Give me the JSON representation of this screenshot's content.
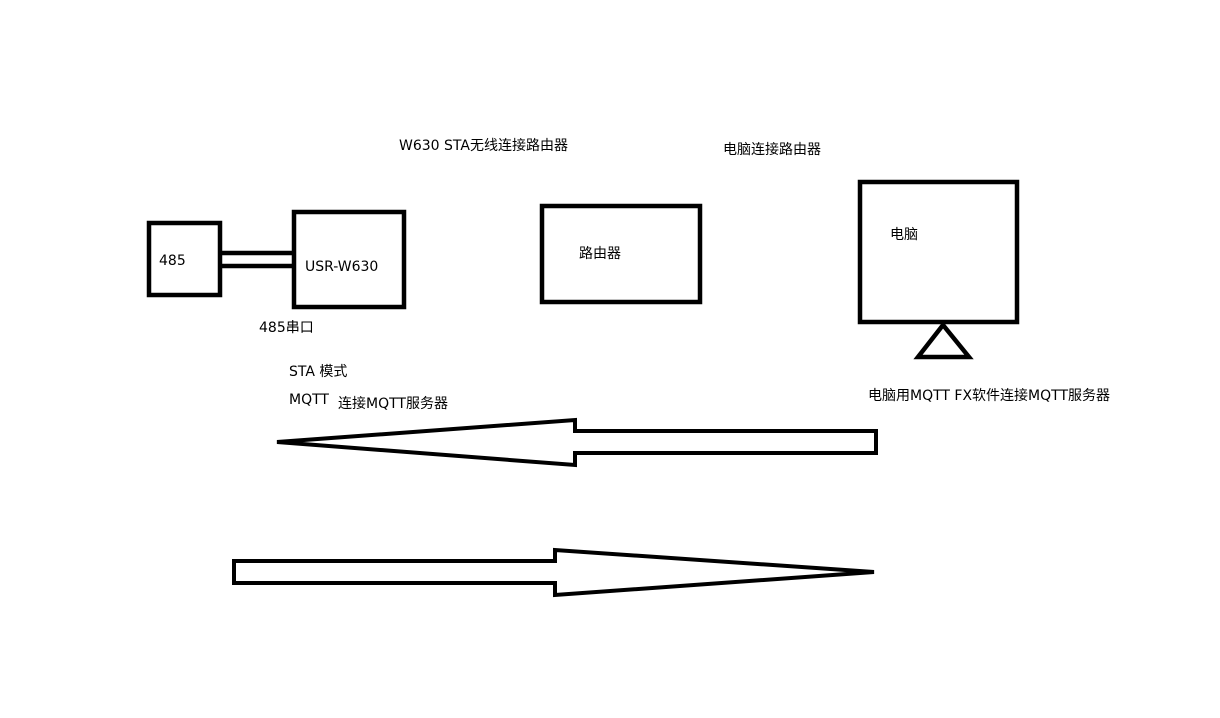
{
  "labels": {
    "wifi_link": "W630  STA无线连接路由器",
    "pc_link": "电脑连接路由器",
    "box_485": "485",
    "box_w630": "USR-W630",
    "box_router": "路由器",
    "box_pc": "电脑",
    "serial": "485串口",
    "sta_mode": "STA 模式",
    "mqtt": "MQTT",
    "mqtt_connect": "连接MQTT服务器",
    "pc_mqtt": "电脑用MQTT FX软件连接MQTT服务器"
  }
}
